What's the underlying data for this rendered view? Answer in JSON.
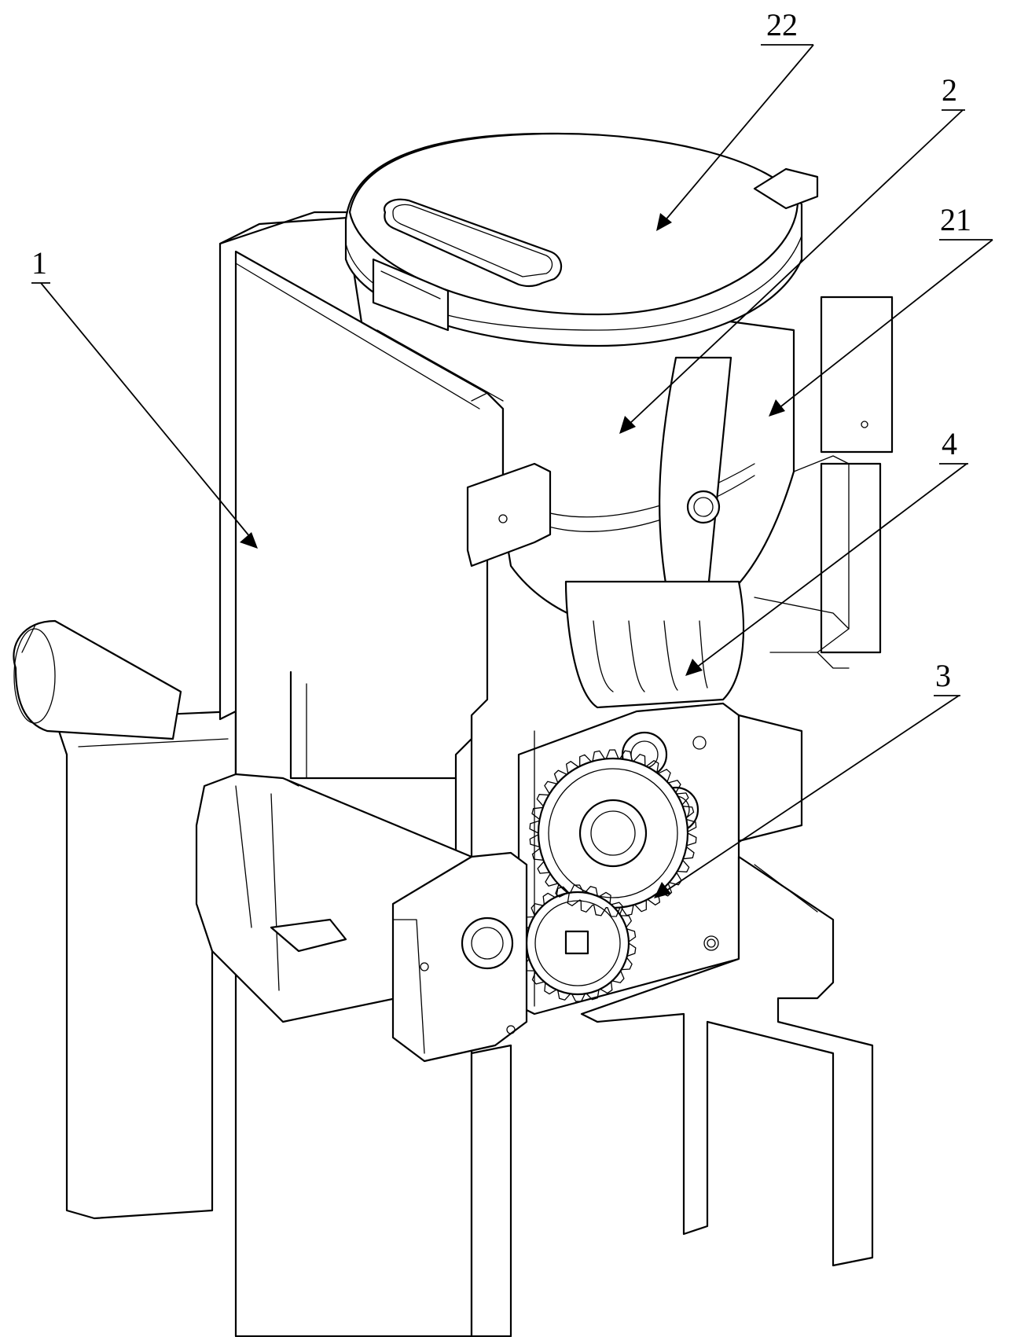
{
  "figure": {
    "labels": [
      {
        "id": "label-1",
        "text": "1"
      },
      {
        "id": "label-2",
        "text": "2"
      },
      {
        "id": "label-3",
        "text": "3"
      },
      {
        "id": "label-4",
        "text": "4"
      },
      {
        "id": "label-21",
        "text": "21"
      },
      {
        "id": "label-22",
        "text": "22"
      }
    ]
  }
}
